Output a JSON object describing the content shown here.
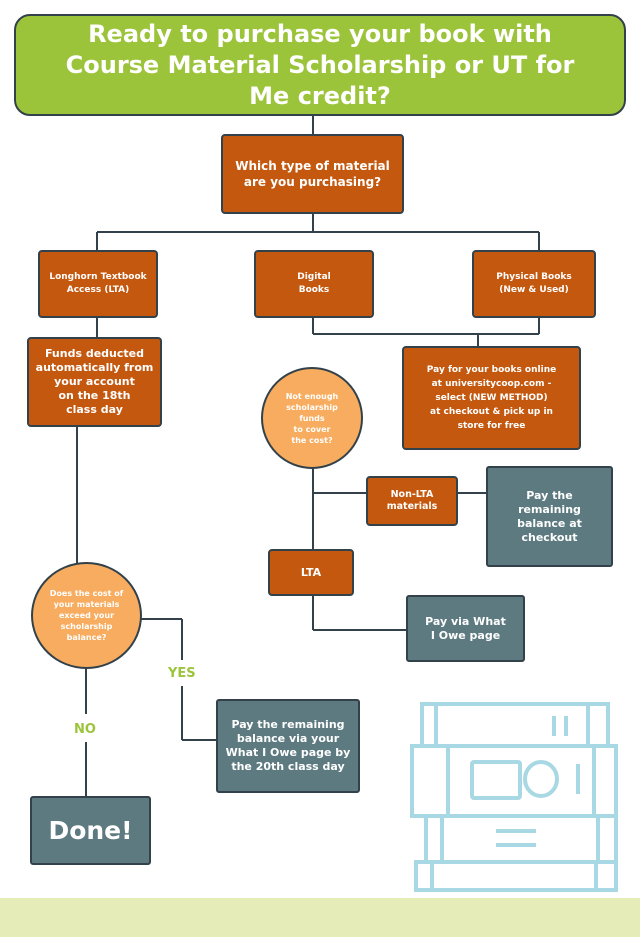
{
  "title": "Ready to purchase your book with Course Material Scholarship or UT for Me credit?",
  "nodes": {
    "which_type": "Which type of material\nare you purchasing?",
    "lta_option": "Longhorn Textbook\nAccess (LTA)",
    "digital": "Digital\nBooks",
    "physical": "Physical Books\n(New & Used)",
    "funds_deducted": "Funds deducted\nautomatically from\nyour account\non the 18th\nclass day",
    "pay_online": "Pay for your books online\nat universitycoop.com -\nselect (NEW METHOD)\nat checkout & pick up in\nstore for free",
    "not_enough": "Not enough\nscholarship\nfunds\nto cover\nthe cost?",
    "non_lta": "Non-LTA\nmaterials",
    "pay_remaining_checkout": "Pay the\nremaining\nbalance at\ncheckout",
    "lta": "LTA",
    "pay_what_i_owe": "Pay via What\nI Owe page",
    "does_cost_exceed": "Does the cost of\nyour materials\nexceed your\nscholarship\nbalance?",
    "yes": "YES",
    "no": "NO",
    "pay_remaining_20th": "Pay the remaining\nbalance via your\nWhat I Owe page by\nthe 20th class day",
    "done": "Done!"
  },
  "colors": {
    "title_green": "#9cc43a",
    "orange": "#c4580f",
    "light_orange": "#f7ac5f",
    "teal": "#5c7a80",
    "outline": "#33424a",
    "book_blue": "#a8d8e4",
    "footer_band": "#e6ecb8"
  },
  "icons": [
    "book-stack-icon"
  ]
}
